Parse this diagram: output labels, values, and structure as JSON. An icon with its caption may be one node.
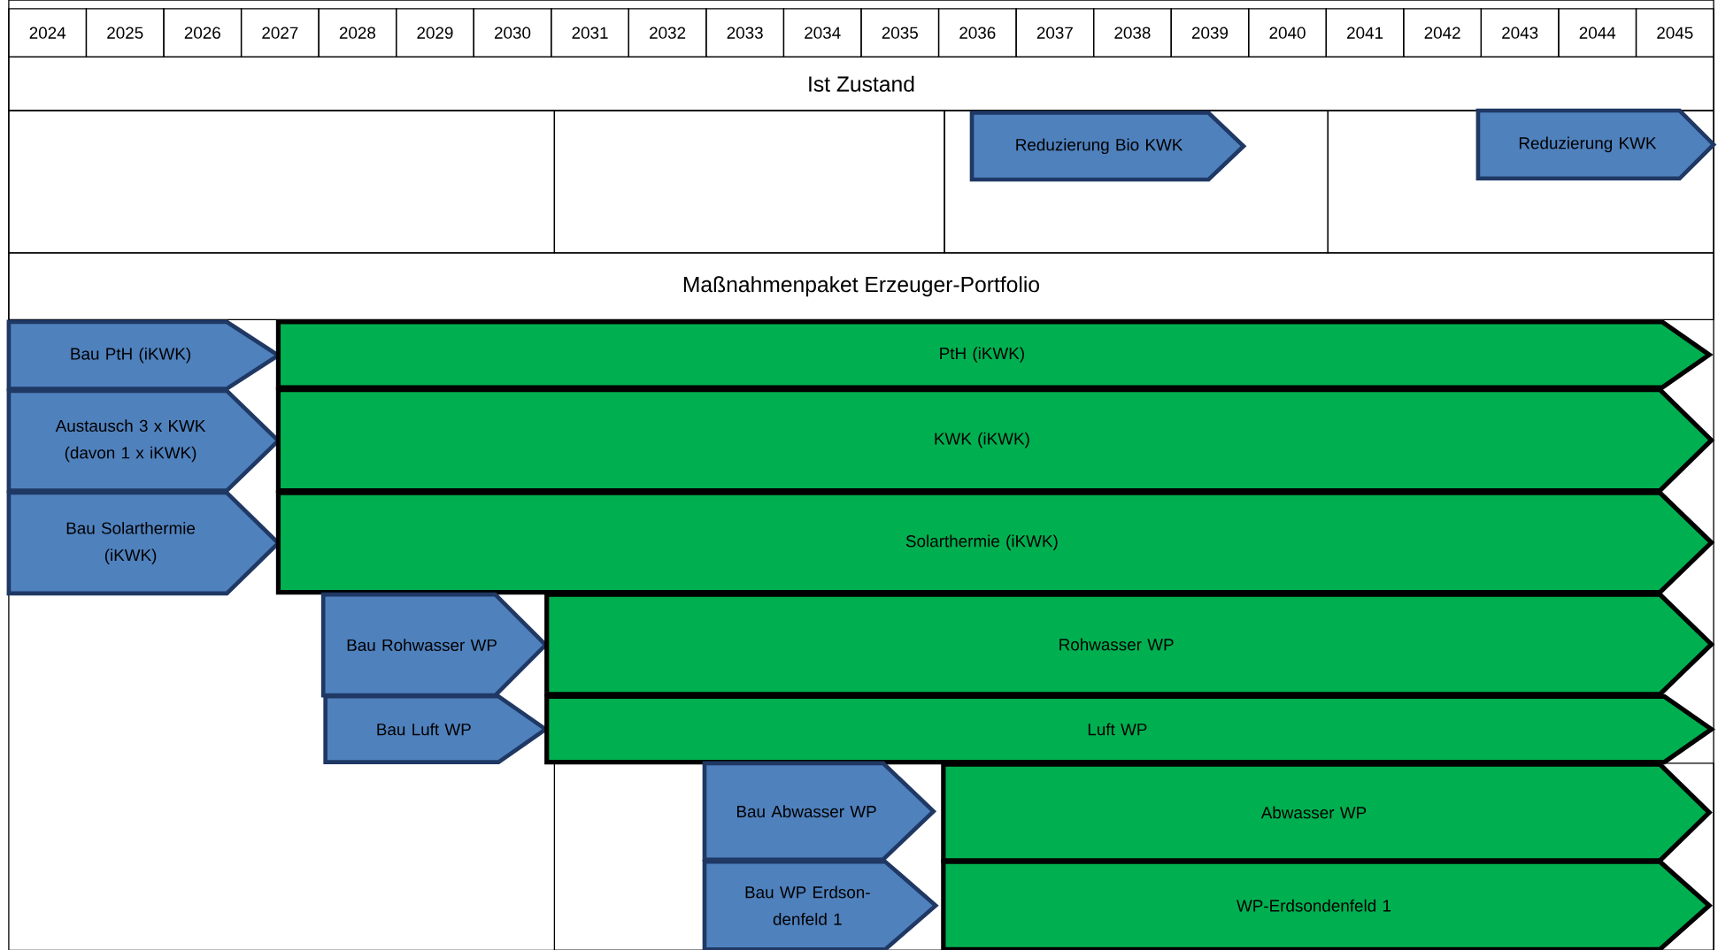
{
  "diagram": {
    "nodes": [
      {
        "text": [
          "Ist Zustand"
        ]
      },
      {
        "text": [
          "Reduzierung Bio KWK"
        ]
      },
      {
        "text": [
          "Reduzierung KWK"
        ]
      },
      {
        "text": [
          "Maßnahmenpaket Erzeuger-Portfolio"
        ]
      },
      {
        "text": [
          "Bau PtH (iKWK)"
        ]
      },
      {
        "text": [
          "PtH (iKWK)"
        ]
      },
      {
        "text": [
          "Austausch 3 x KWK (davon 1 x iKWK)"
        ]
      },
      {
        "text": [
          "KWK (iKWK)"
        ]
      },
      {
        "text": [
          "Bau Solarthermie (iKWK)"
        ]
      },
      {
        "text": [
          "Solarthermie (iKWK)"
        ]
      },
      {
        "text": [
          "Bau Rohwasser WP"
        ]
      },
      {
        "text": [
          "Rohwasser WP"
        ]
      },
      {
        "text": [
          "Bau Luft WP"
        ]
      },
      {
        "text": [
          "Luft WP"
        ]
      },
      {
        "text": [
          "Bau Abwasser WP"
        ]
      },
      {
        "text": [
          "Abwasser WP"
        ]
      },
      {
        "text": [
          "Bau WP Erdson- denfeld 1"
        ]
      },
      {
        "text": [
          "WP-Erdsondenfeld 1"
        ]
      }
    ],
    "labels": [
      "2024",
      "2025",
      "2026",
      "2027",
      "2028",
      "2029",
      "2030",
      "2031",
      "2032",
      "2033",
      "2034",
      "2035",
      "2036",
      "2037",
      "2038",
      "2039",
      "2040",
      "2041",
      "2042",
      "2043",
      "2044",
      "2045"
    ]
  }
}
